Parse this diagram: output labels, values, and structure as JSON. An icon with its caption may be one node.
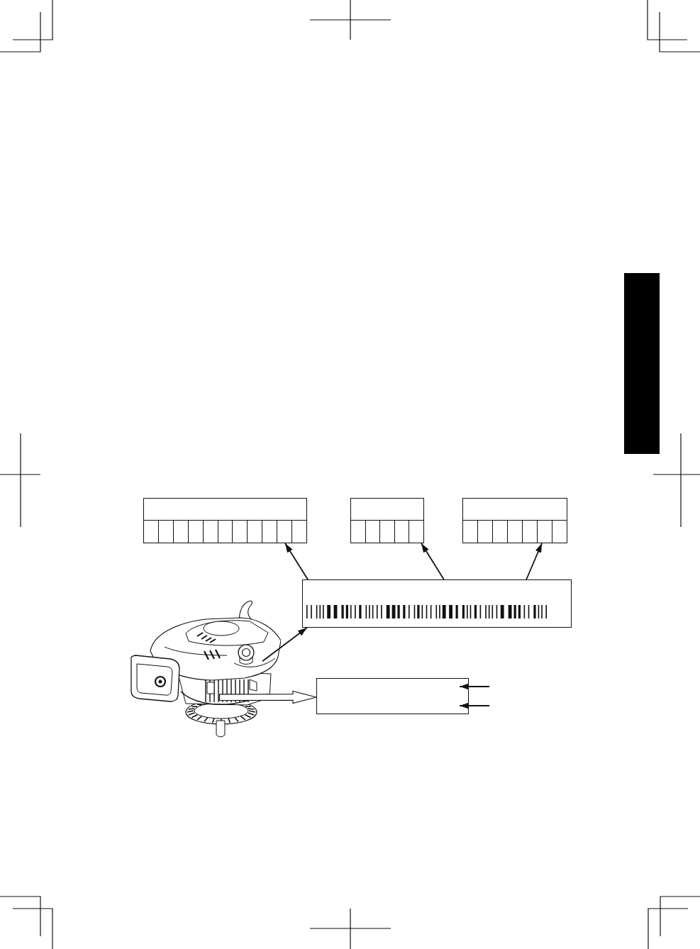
{
  "diagram": {
    "nodes": [
      {
        "text": [],
        "shape": "bar"
      },
      {
        "text": [],
        "shape": "box"
      },
      {
        "text": [],
        "shape": "box"
      },
      {
        "text": [],
        "shape": "box"
      },
      {
        "text": [],
        "shape": "box"
      },
      {
        "text": [],
        "shape": "picture"
      },
      {
        "text": [],
        "shape": "box"
      }
    ],
    "edges": [
      {
        "from": 4,
        "to": 1,
        "arrow": "to"
      },
      {
        "from": 4,
        "to": 2,
        "arrow": "to"
      },
      {
        "from": 4,
        "to": 3,
        "arrow": "to"
      },
      {
        "from": 5,
        "to": 4,
        "arrow": "to"
      },
      {
        "from": 5,
        "to": 6,
        "arrow": "to",
        "style": "thick"
      },
      {
        "from": null,
        "to": 6,
        "arrow": "to"
      },
      {
        "from": null,
        "to": 6,
        "arrow": "to"
      }
    ]
  }
}
